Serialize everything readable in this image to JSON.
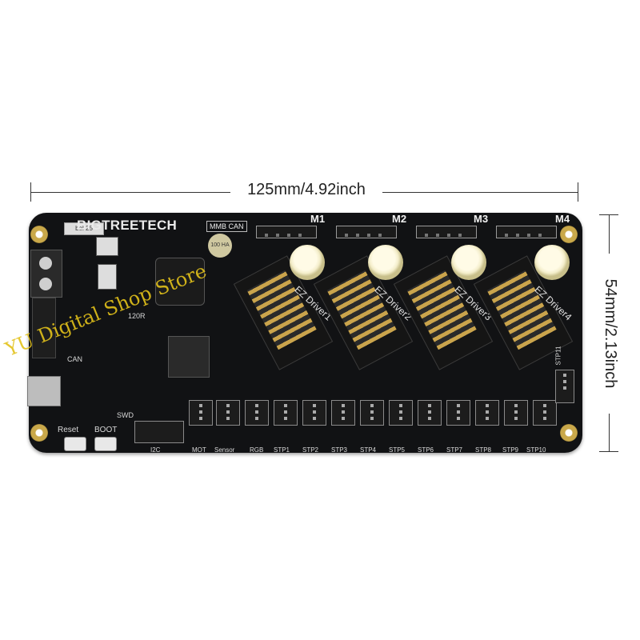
{
  "dimensions": {
    "width_label": "125mm/4.92inch",
    "height_label": "54mm/2.13inch"
  },
  "board": {
    "brand": "BIGTREETECH",
    "model": "MMB CAN",
    "motors": [
      "M1",
      "M2",
      "M3",
      "M4"
    ],
    "drivers": [
      "EZ Driver1",
      "EZ Driver2",
      "EZ Driver3",
      "EZ Driver4"
    ],
    "ports": [
      "I2C",
      "MOT",
      "Sensor",
      "RGB",
      "STP1",
      "STP2",
      "STP3",
      "STP4",
      "STP5",
      "STP6",
      "STP7",
      "STP8",
      "STP9",
      "STP10"
    ],
    "side_port": "STP11",
    "buttons": [
      "Reset",
      "BOOT"
    ],
    "debug_label": "SWD",
    "resistor_label": "120R",
    "can_label": "CAN",
    "fuse_label": "bel 25",
    "cap_label": "100 HA"
  },
  "watermark": "YU Digital Shop Store",
  "colors": {
    "board": "#111214",
    "capacitor": "#f4eecb",
    "watermark": "#e3c21a",
    "mounting_hole": "#c9a84a"
  }
}
